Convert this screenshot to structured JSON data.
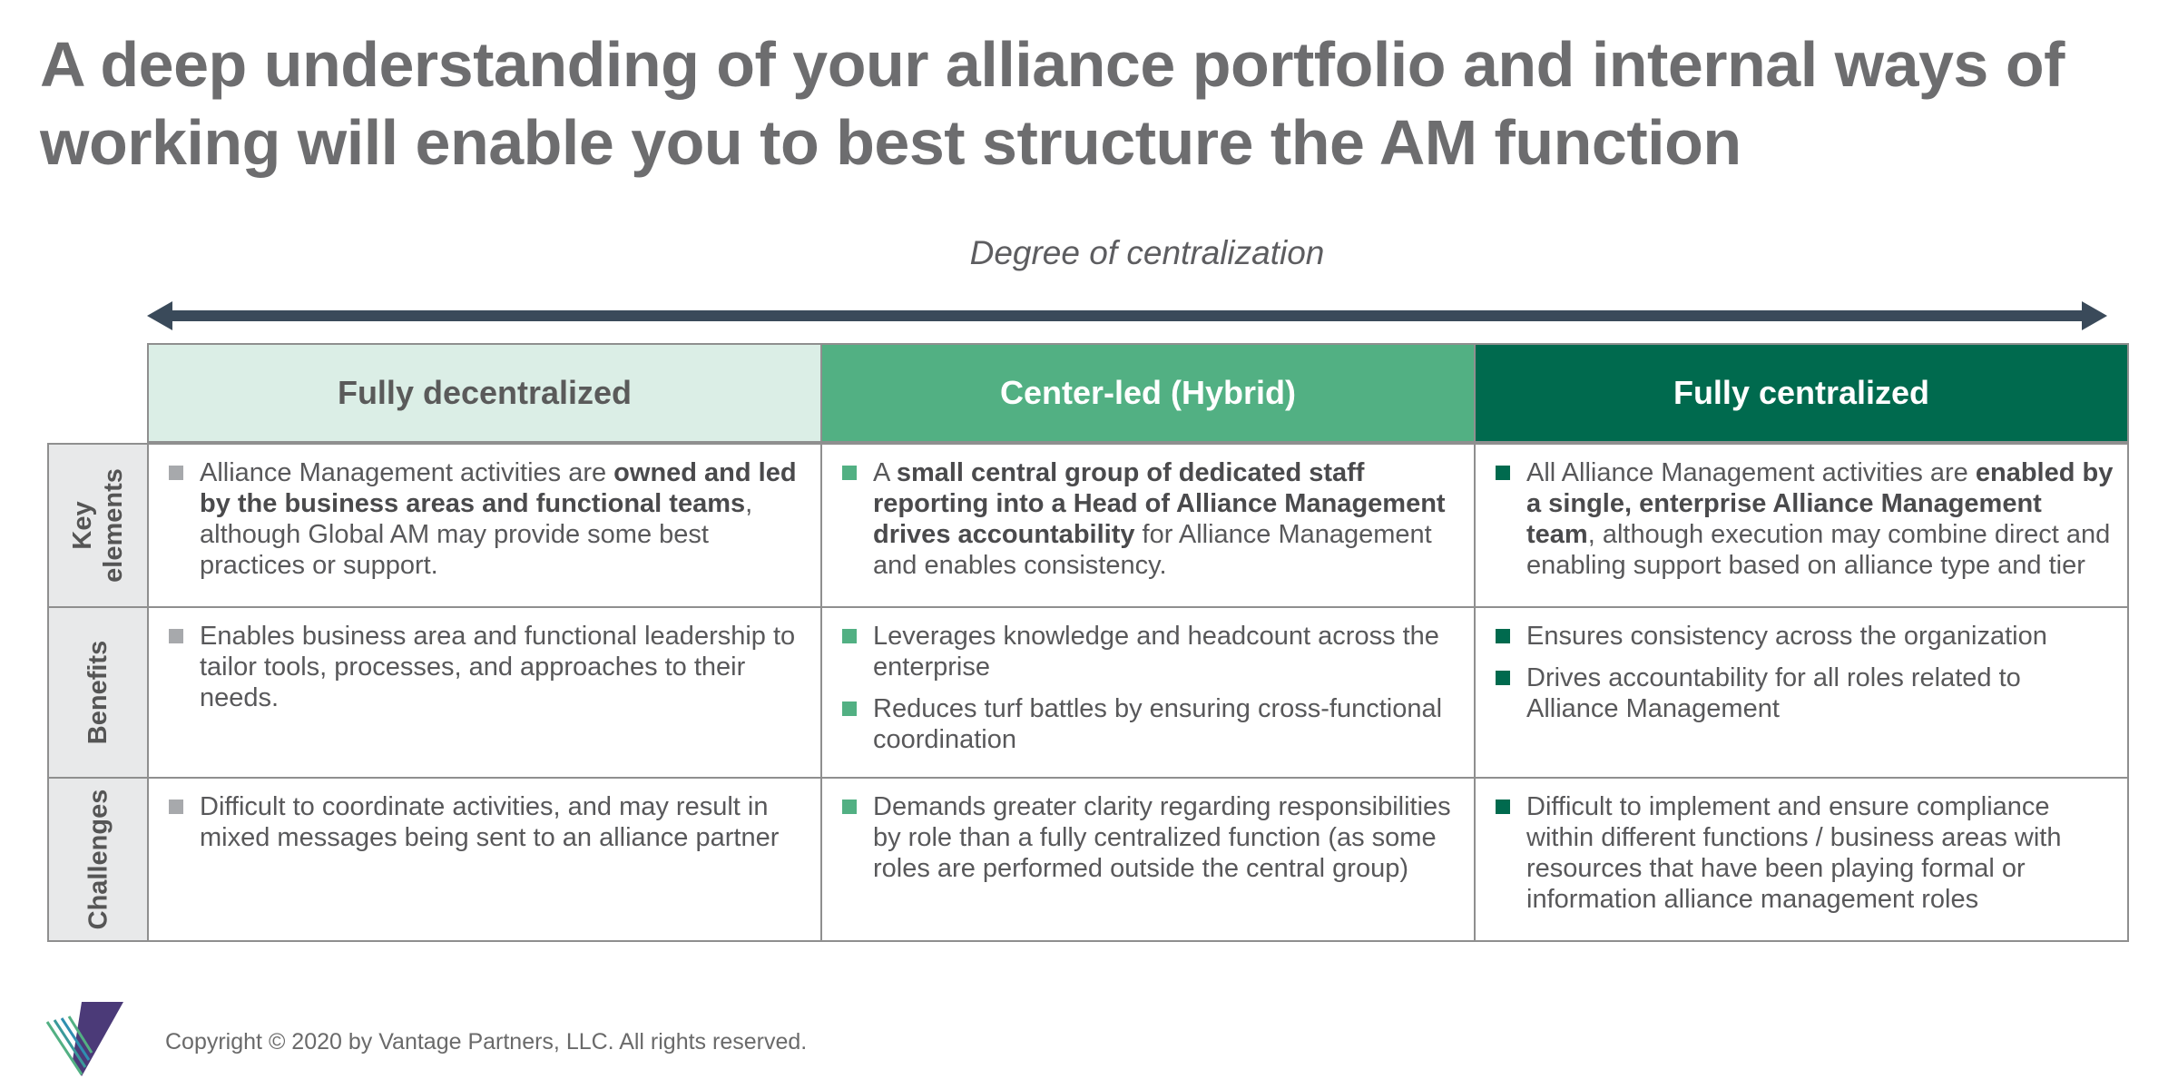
{
  "title": "A deep understanding of your alliance portfolio and internal ways of working will enable you to best structure the AM function",
  "axis_label": "Degree of centralization",
  "columns": [
    {
      "label": "Fully decentralized",
      "color": "#dbeee6"
    },
    {
      "label": "Center-led (Hybrid)",
      "color": "#52b083"
    },
    {
      "label": "Fully centralized",
      "color": "#006a4e"
    }
  ],
  "rows": [
    {
      "label_line1": "Key",
      "label_line2": "elements"
    },
    {
      "label_line1": "Benefits",
      "label_line2": ""
    },
    {
      "label_line1": "Challenges",
      "label_line2": ""
    }
  ],
  "cells": {
    "key": {
      "decentralized": [
        {
          "pre": "Alliance Management activities are ",
          "bold": "owned and led by the business areas and functional teams",
          "post": ", although Global AM may provide some best practices or support."
        }
      ],
      "hybrid": [
        {
          "pre": "A ",
          "bold": "small central group of dedicated staff reporting into a Head of Alliance Management drives accountability",
          "post": " for Alliance Management and enables consistency."
        }
      ],
      "centralized": [
        {
          "pre": "All Alliance Management activities are ",
          "bold": "enabled by a single, enterprise Alliance Management team",
          "post": ", although execution may combine direct and enabling support based on alliance type and tier"
        }
      ]
    },
    "benefits": {
      "decentralized": [
        "Enables business area and functional leadership to tailor tools, processes, and approaches to their needs."
      ],
      "hybrid": [
        "Leverages knowledge and headcount across the enterprise",
        "Reduces turf battles by ensuring cross-functional coordination"
      ],
      "centralized": [
        "Ensures consistency across the organization",
        "Drives accountability for all roles related to Alliance Management"
      ]
    },
    "challenges": {
      "decentralized": [
        "Difficult to coordinate activities, and may result in mixed messages being sent to an alliance partner"
      ],
      "hybrid": [
        "Demands greater clarity regarding responsibilities by role than a fully centralized function (as some roles are performed outside the central group)"
      ],
      "centralized": [
        "Difficult to implement and ensure compliance within different functions / business areas with resources that have been playing formal or information alliance management roles"
      ]
    }
  },
  "footer": {
    "copyright": "Copyright © 2020 by Vantage Partners, LLC. All rights reserved."
  },
  "icons": {
    "logo": "vantage-v-logo",
    "arrow": "double-headed-arrow"
  }
}
